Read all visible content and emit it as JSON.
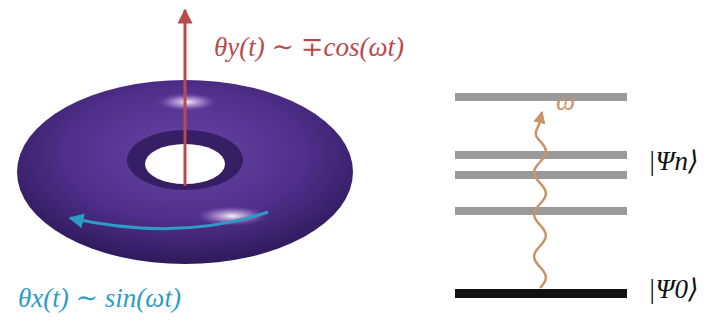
{
  "diagram": {
    "labels": [
      "θy(t) ∼ ∓cos(ωt)",
      "θx(t) ∼ sin(ωt)",
      "ω",
      "|Ψn⟩",
      "|Ψ0⟩"
    ]
  }
}
